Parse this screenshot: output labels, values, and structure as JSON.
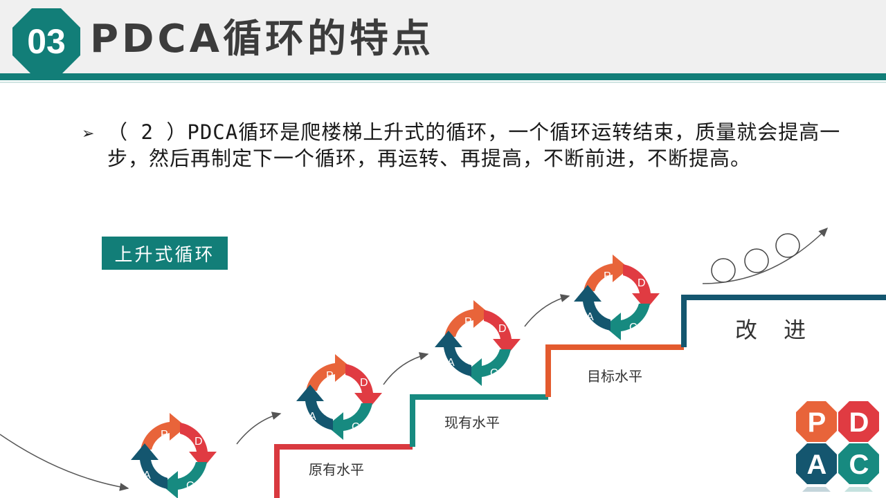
{
  "header": {
    "number": "03",
    "title": "PDCA循环的特点"
  },
  "content": {
    "bullet_icon": "arrowhead-bullet-icon",
    "description": "（ 2 ）PDCA循环是爬楼梯上升式的循环，一个循环运转结束，质量就会提高一步，然后再制定下一个循环，再运转、再提高，不断前进，不断提高。"
  },
  "diagram": {
    "label": "上升式循环",
    "levels": [
      "原有水平",
      "现有水平",
      "目标水平"
    ],
    "improve": "改 进",
    "cycle_letters": [
      "P",
      "D",
      "C",
      "A"
    ]
  },
  "pdca_logo": {
    "letters": [
      "P",
      "D",
      "A",
      "C"
    ]
  },
  "colors": {
    "teal": "#127e78",
    "orange": "#e8643a",
    "red": "#e03b42",
    "navy": "#14566f",
    "green": "#178a80",
    "step1": "#d9393f",
    "step2": "#178a80",
    "step3": "#e35a2e",
    "step4": "#14566f"
  }
}
